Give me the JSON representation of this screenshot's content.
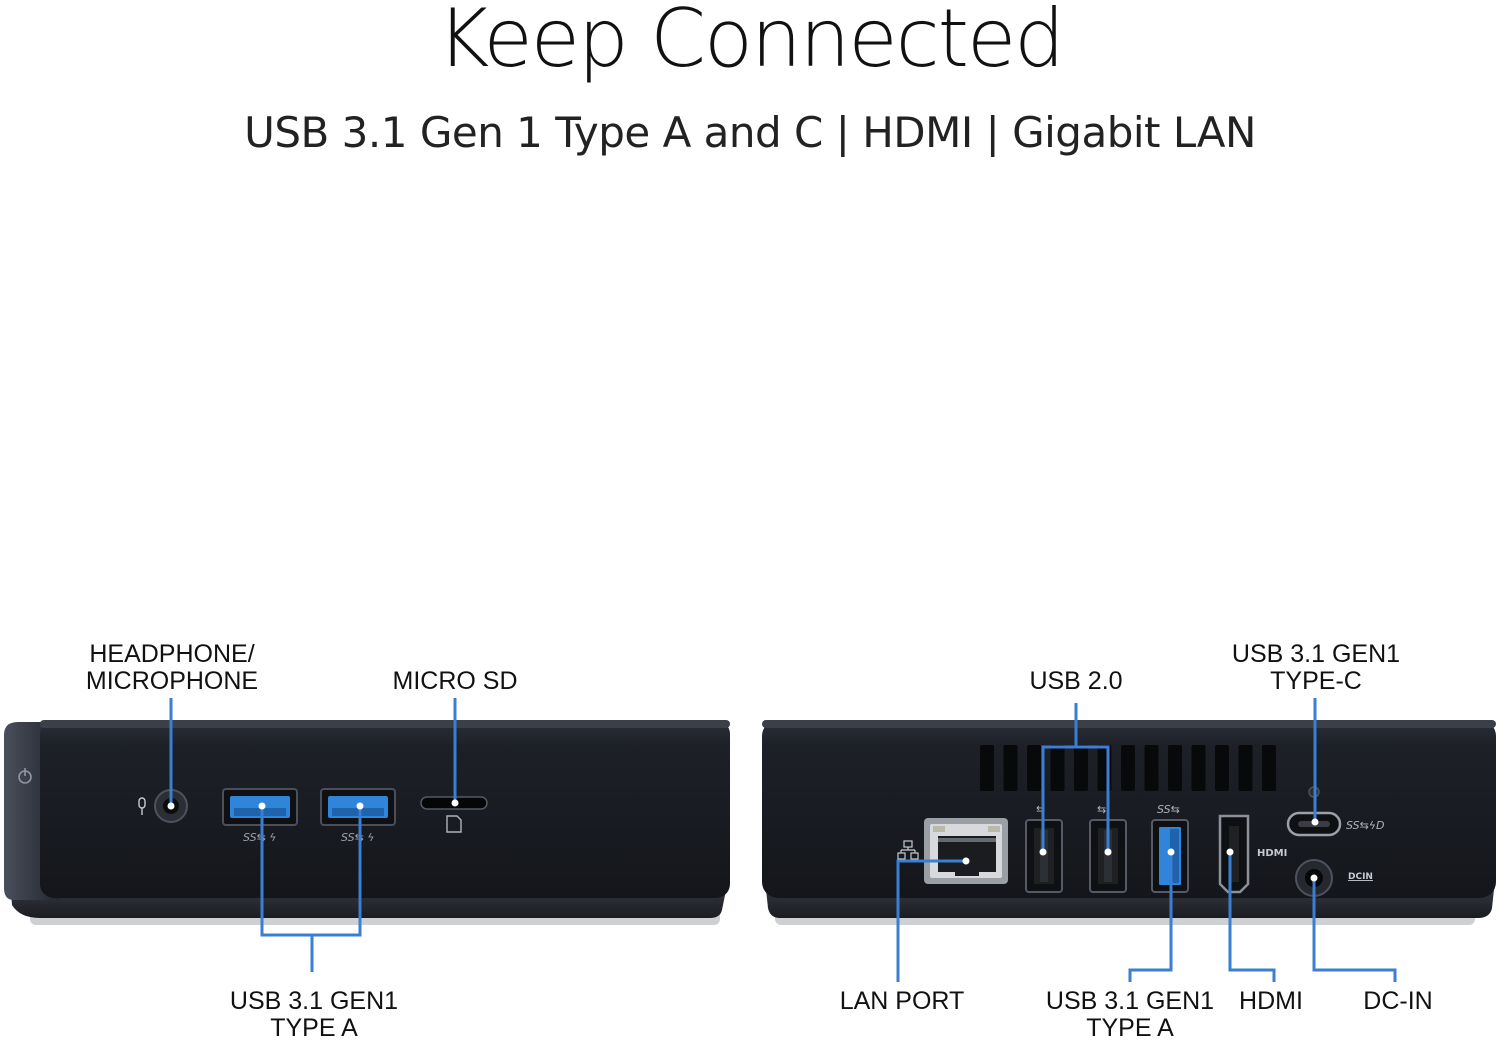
{
  "header": {
    "title": "Keep Connected",
    "subtitle": "USB 3.1 Gen 1 Type A and C | HDMI | Gigabit LAN"
  },
  "colors": {
    "callout_line": "#3a7fd4",
    "device_body": "#1c1f26",
    "usb3_blue": "#2f86d8"
  },
  "front_panel": {
    "labels": {
      "headphone": "HEADPHONE/\nMICROPHONE",
      "micro_sd": "MICRO SD",
      "usb_a": "USB 3.1 GEN1\nTYPE A"
    },
    "port_marks": {
      "usb_logo": "SS⇆ ϟ"
    }
  },
  "rear_panel": {
    "labels": {
      "usb20": "USB 2.0",
      "usb_c": "USB 3.1 GEN1\nTYPE-C",
      "lan": "LAN PORT",
      "usb_a": "USB 3.1 GEN1\nTYPE A",
      "hdmi": "HDMI",
      "dcin": "DC-IN"
    },
    "port_marks": {
      "hdmi": "HDMI",
      "dcin": "DCIN",
      "usbc_logo": "SS⇆ϟD",
      "usb3_logo": "SS⇆",
      "usb2_logo": "⇆"
    }
  }
}
